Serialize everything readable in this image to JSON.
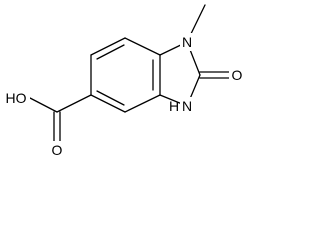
{
  "molecule": {
    "labels": {
      "n1": "N",
      "n3": "N",
      "h_n3": "H",
      "carbonyl_o": "O",
      "acid_oh": "HO",
      "acid_o": "O"
    }
  },
  "colors": {
    "bond": "#000000",
    "background": "#ffffff"
  }
}
